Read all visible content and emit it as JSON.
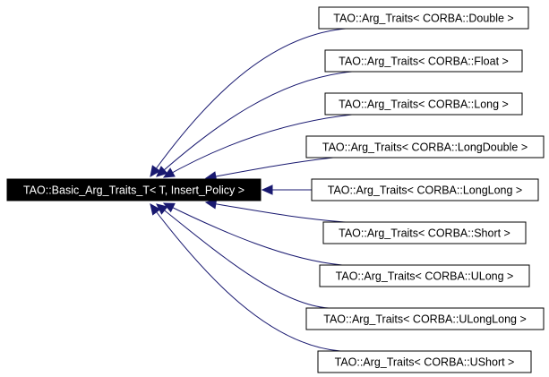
{
  "diagram": {
    "type": "inheritance-graph",
    "edge_color": "#191970",
    "base": {
      "label": "TAO::Basic_Arg_Traits_T< T, Insert_Policy >",
      "fill": "#000000",
      "text_color": "#ffffff"
    },
    "derived": [
      {
        "label": "TAO::Arg_Traits< CORBA::Double >"
      },
      {
        "label": "TAO::Arg_Traits< CORBA::Float >"
      },
      {
        "label": "TAO::Arg_Traits< CORBA::Long >"
      },
      {
        "label": "TAO::Arg_Traits< CORBA::LongDouble >"
      },
      {
        "label": "TAO::Arg_Traits< CORBA::LongLong >"
      },
      {
        "label": "TAO::Arg_Traits< CORBA::Short >"
      },
      {
        "label": "TAO::Arg_Traits< CORBA::ULong >"
      },
      {
        "label": "TAO::Arg_Traits< CORBA::ULongLong >"
      },
      {
        "label": "TAO::Arg_Traits< CORBA::UShort >"
      }
    ]
  }
}
